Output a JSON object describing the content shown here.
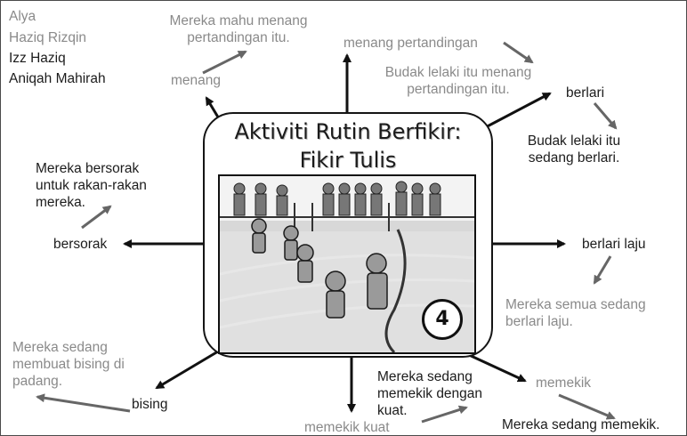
{
  "names": [
    "Alya",
    "Haziq Rizqin",
    "Izz Haziq",
    "Aniqah Mahirah"
  ],
  "center": {
    "title_line1": "Aktiviti Rutin Berfikir:",
    "title_line2": "Fikir Tulis",
    "activity_number": "4"
  },
  "labels": {
    "top_sentence": "Mereka mahu menang\npertandingan itu.",
    "menang": "menang",
    "menang_pertandingan": "menang pertandingan",
    "budak_menang": "Budak lelaki itu menang\npertandingan itu.",
    "berlari": "berlari",
    "budak_berlari": "Budak lelaki itu\nsedang berlari.",
    "bersorak_sentence": "Mereka bersorak\nuntuk rakan-rakan\nmereka.",
    "bersorak": "bersorak",
    "berlari_laju": "berlari laju",
    "laju_sentence": "Mereka semua sedang\nberlari laju.",
    "bising_sentence": "Mereka sedang\nmembuat bising di\npadang.",
    "bising": "bising",
    "memekik_sentence": "Mereka sedang\nmemekik dengan\nkuat.",
    "memekik_kuat": "memekik kuat",
    "memekik": "memekik",
    "memekik_short": "Mereka sedang memekik."
  },
  "colors": {
    "gray_text": "#8a8a8a",
    "dark_text": "#1c1c1c",
    "arrow_black": "#111111",
    "arrow_gray": "#666666"
  }
}
